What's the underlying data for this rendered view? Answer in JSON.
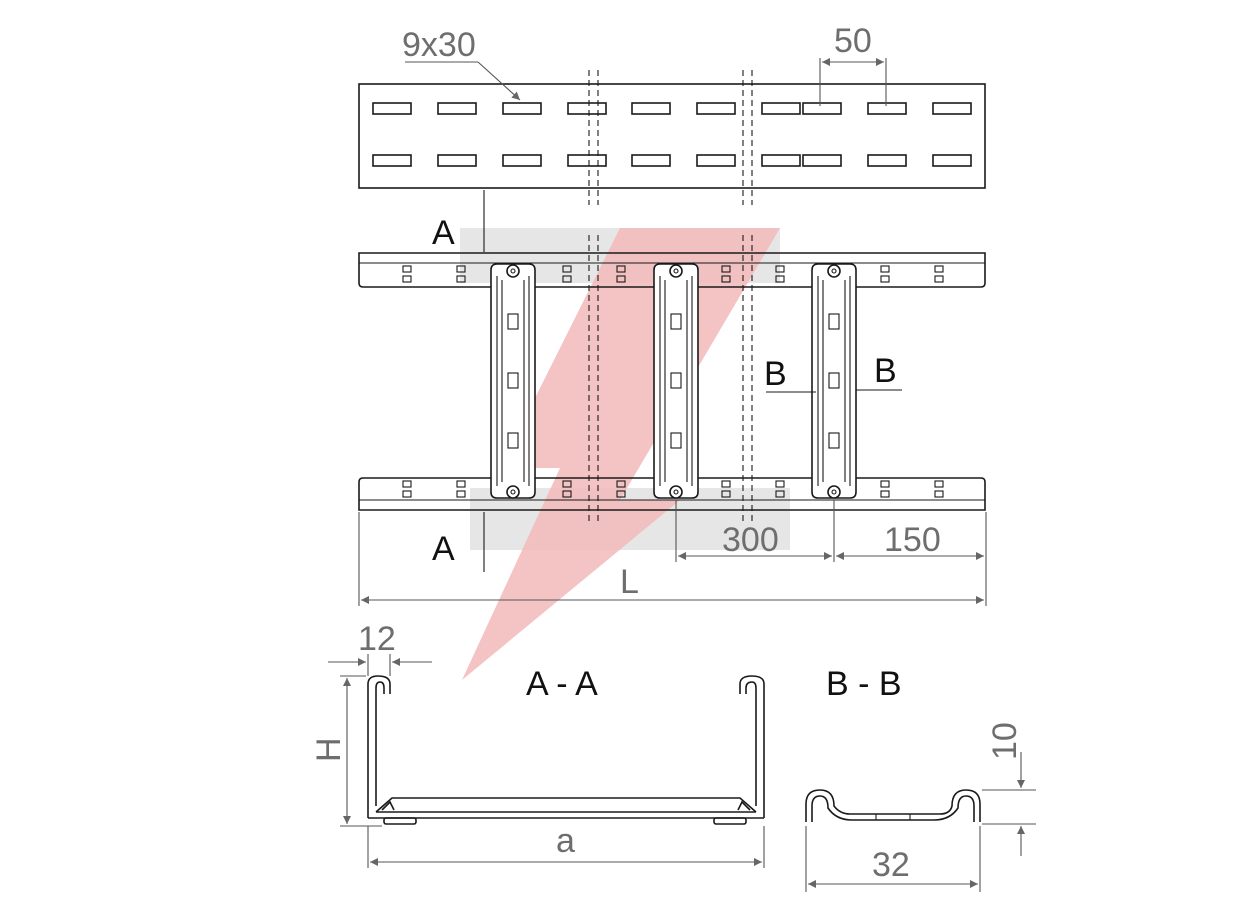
{
  "brand": {
    "logo_color": "#f2b8b8",
    "gray_band_color": "#e0e0e0"
  },
  "dimensions": {
    "slot_size": "9x30",
    "slot_pitch": "50",
    "rung_pitch": "300",
    "end_distance": "150",
    "length": "L",
    "flange_width": "12",
    "height": "H",
    "width": "a",
    "rung_height": "10",
    "rung_width": "32"
  },
  "sections": {
    "a_top": "A",
    "a_bottom": "A",
    "b_left": "B",
    "b_right": "B",
    "view_aa": "A - A",
    "view_bb": "B - B"
  }
}
